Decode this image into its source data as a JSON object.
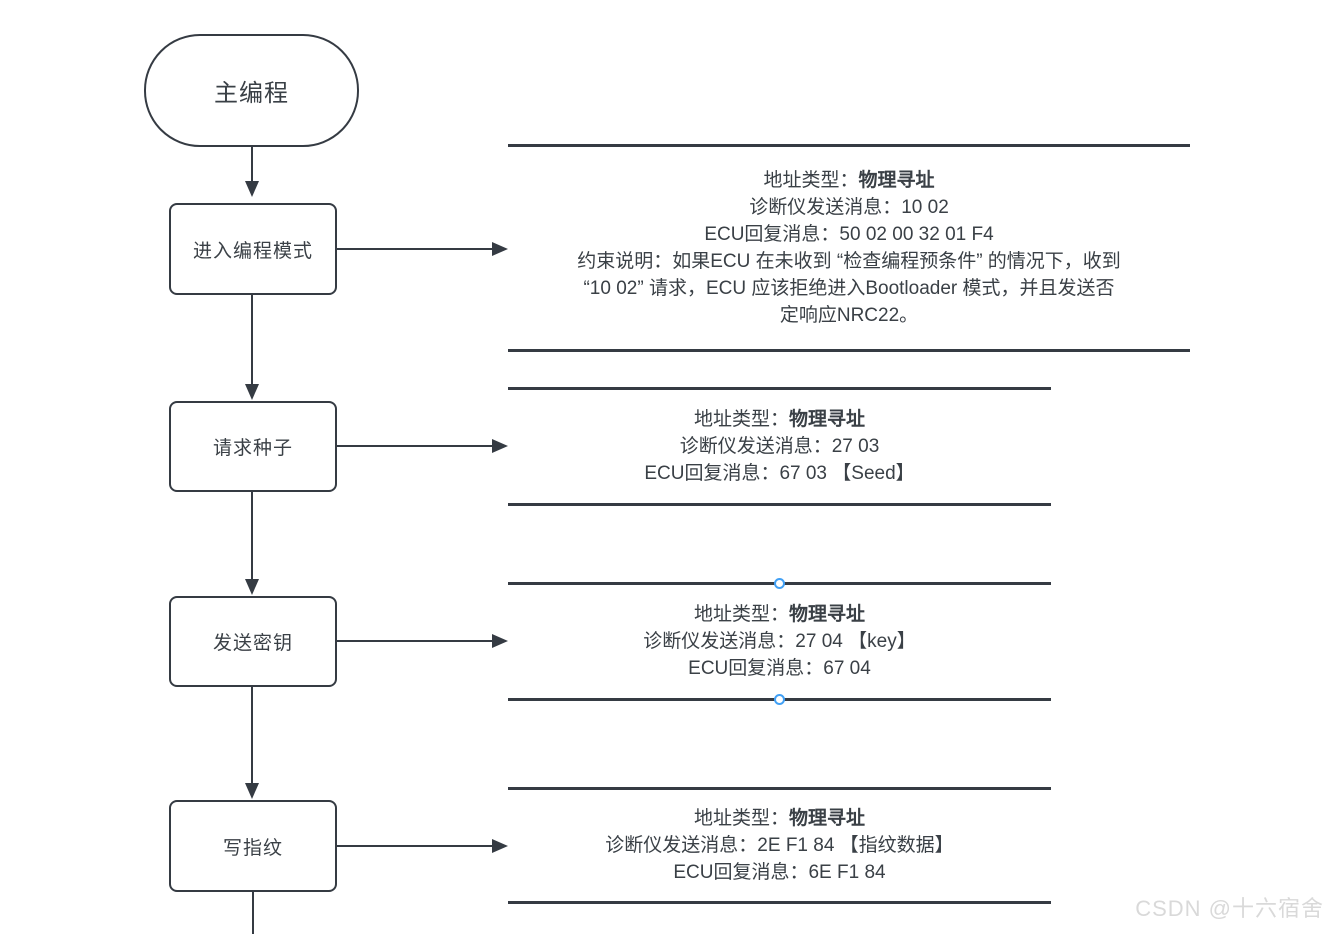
{
  "colors": {
    "stroke": "#353b43",
    "text": "#3a4046",
    "handle_blue": "#41a0f5",
    "watermark_gray": "#d9d9d9",
    "background": "#ffffff"
  },
  "flowchart": {
    "start_label": "主编程",
    "steps": [
      {
        "label": "进入编程模式"
      },
      {
        "label": "请求种子"
      },
      {
        "label": "发送密钥"
      },
      {
        "label": "写指纹"
      }
    ]
  },
  "annotations": [
    {
      "addr_label": "地址类型：",
      "addr_value": "物理寻址",
      "request": "诊断仪发送消息：10 02",
      "response": "ECU回复消息：50 02 00 32 01 F4",
      "constraint_lines": [
        "约束说明：如果ECU 在未收到 “检查编程预条件” 的情况下，收到",
        "“10 02” 请求，ECU 应该拒绝进入Bootloader 模式，并且发送否",
        "定响应NRC22。"
      ]
    },
    {
      "addr_label": "地址类型：",
      "addr_value": "物理寻址",
      "request": "诊断仪发送消息：27 03",
      "response": "ECU回复消息：67 03 【Seed】"
    },
    {
      "addr_label": "地址类型：",
      "addr_value": "物理寻址",
      "request": "诊断仪发送消息：27 04 【key】",
      "response": "ECU回复消息：67 04"
    },
    {
      "addr_label": "地址类型：",
      "addr_value": "物理寻址",
      "request": "诊断仪发送消息：2E F1 84 【指纹数据】",
      "response": "ECU回复消息：6E F1 84"
    }
  ],
  "watermark": "CSDN @十六宿舍"
}
